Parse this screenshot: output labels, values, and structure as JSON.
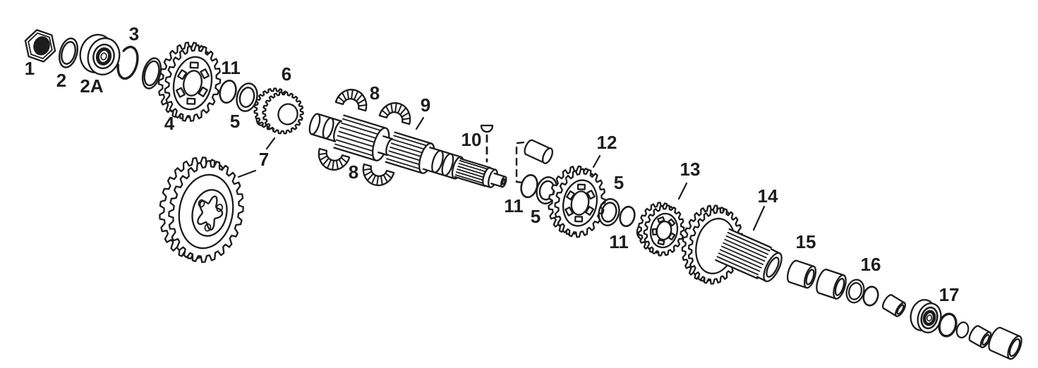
{
  "diagram": {
    "background_color": "#ffffff",
    "line_color": "#1c1c1c",
    "callouts": [
      {
        "text": "1"
      },
      {
        "text": "2"
      },
      {
        "text": "2A"
      },
      {
        "text": "3"
      },
      {
        "text": "4"
      },
      {
        "text": "11"
      },
      {
        "text": "5"
      },
      {
        "text": "6"
      },
      {
        "text": "7"
      },
      {
        "text": "8"
      },
      {
        "text": "9"
      },
      {
        "text": "8"
      },
      {
        "text": "10"
      },
      {
        "text": "11"
      },
      {
        "text": "5"
      },
      {
        "text": "12"
      },
      {
        "text": "5"
      },
      {
        "text": "11"
      },
      {
        "text": "13"
      },
      {
        "text": "14"
      },
      {
        "text": "15"
      },
      {
        "text": "16"
      },
      {
        "text": "17"
      }
    ]
  }
}
